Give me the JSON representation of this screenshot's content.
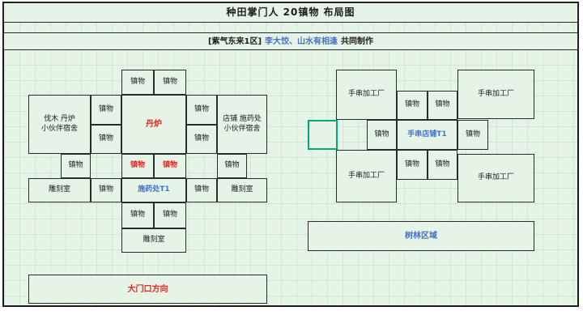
{
  "header": {
    "title": "种田掌门人 20镇物 布局图",
    "credit_prefix": "[紫气东来1区]",
    "credit_names": "李大饺、山水有相逢",
    "credit_suffix": "共同制作"
  },
  "colors": {
    "red": "#e02a22",
    "blue": "#4472c4",
    "highlight": "#00a878",
    "grid_line": "#cde8cf",
    "cell_fill": "#e6f3e7",
    "box_border": "#2a2a2a"
  },
  "labels": {
    "zhenwu": "镇物",
    "danlu": "丹炉",
    "woodshop_line1": "伐木 丹炉",
    "woodshop_line2": "小伙伴宿舍",
    "shop_line1": "店铺 施药处",
    "shop_line2": "小伙伴宿舍",
    "carving": "雕刻室",
    "pharmacy_t1": "施药处T1",
    "gate": "大门口方向",
    "factory": "手串加工厂",
    "bead_shop_t1": "手串店铺T1",
    "forest": "树林区域"
  }
}
